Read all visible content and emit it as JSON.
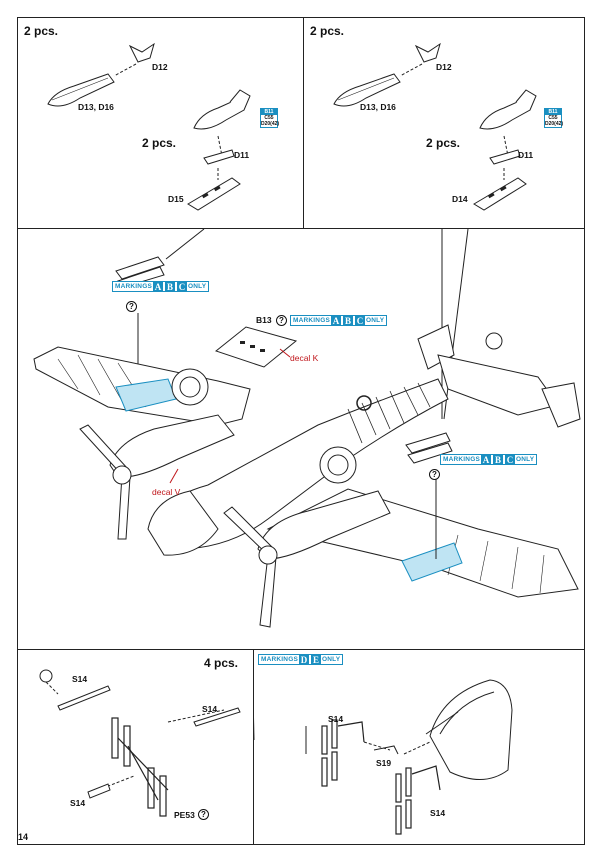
{
  "page_number": "14",
  "panel_top_left": {
    "quantity_main": "2 pcs.",
    "quantity_sub": "2 pcs.",
    "parts": {
      "d12": "D12",
      "d13": "D13, D16",
      "d11": "D11",
      "d15": "D15"
    },
    "decal_tag": [
      "B11",
      "C55",
      "D20(42)"
    ]
  },
  "panel_top_right": {
    "quantity_main": "2 pcs.",
    "quantity_sub": "2 pcs.",
    "parts": {
      "d12": "D12",
      "d13": "D13, D16",
      "d11": "D11",
      "d14": "D14"
    },
    "decal_tag": [
      "B11",
      "C55",
      "D20(42)"
    ]
  },
  "panel_main": {
    "markings_left": {
      "label": "MARKINGS",
      "letters": [
        "A",
        "B",
        "C"
      ],
      "suffix": "ONLY"
    },
    "markings_canopy": {
      "label": "MARKINGS",
      "letters": [
        "A",
        "B",
        "C"
      ],
      "suffix": "ONLY"
    },
    "markings_right": {
      "label": "MARKINGS",
      "letters": [
        "A",
        "B",
        "C"
      ],
      "suffix": "ONLY"
    },
    "part_b13": "B13",
    "decal_k": "decal K",
    "decal_v": "decal V"
  },
  "panel_bottom_left": {
    "quantity": "4 pcs.",
    "parts": {
      "s14_a": "S14",
      "s14_b": "S14",
      "s14_c": "S14",
      "pe53": "PE53"
    }
  },
  "panel_bottom_right": {
    "markings": {
      "label": "MARKINGS",
      "letters": [
        "D",
        "E"
      ],
      "suffix": "ONLY"
    },
    "parts": {
      "s14_a": "S14",
      "s19": "S19",
      "s14_b": "S14"
    }
  },
  "colors": {
    "line": "#222222",
    "accent_blue": "#1a8fc1",
    "decal_red": "#c0161b"
  }
}
